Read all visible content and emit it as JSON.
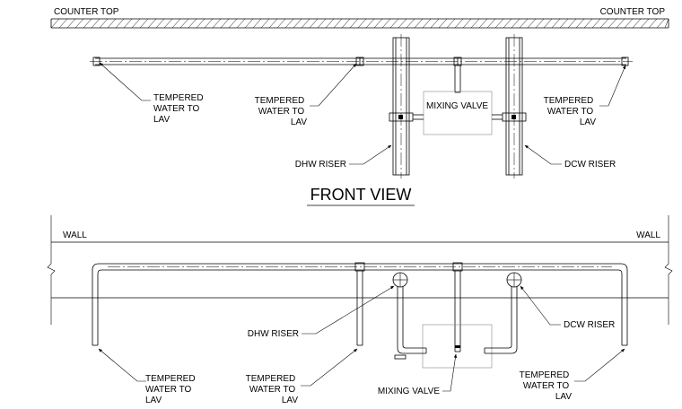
{
  "front_view": {
    "counter_top_left": "COUNTER TOP",
    "counter_top_right": "COUNTER TOP",
    "tempered_left": [
      "TEMPERED",
      "WATER TO",
      "LAV"
    ],
    "tempered_mid": [
      "TEMPERED",
      "WATER TO",
      "LAV"
    ],
    "mixing_valve": "MIXING VALVE",
    "tempered_right": [
      "TEMPERED",
      "WATER TO",
      "LAV"
    ],
    "dhw_riser": "DHW RISER",
    "dcw_riser": "DCW RISER",
    "title": "FRONT VIEW"
  },
  "plan_view": {
    "wall_left": "WALL",
    "wall_right": "WALL",
    "dhw_riser": "DHW RISER",
    "dcw_riser": "DCW RISER",
    "tempered_left": [
      "TEMPERED",
      "WATER TO",
      "LAV"
    ],
    "tempered_mid": [
      "TEMPERED",
      "WATER TO",
      "LAV"
    ],
    "mixing_valve": "MIXING VALVE",
    "tempered_right": [
      "TEMPERED",
      "WATER TO",
      "LAV"
    ]
  }
}
